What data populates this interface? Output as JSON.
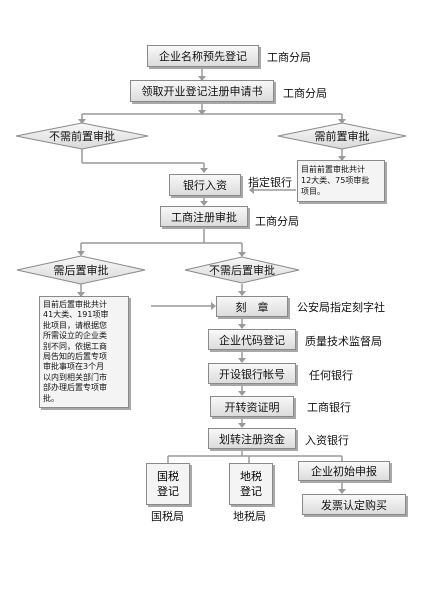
{
  "nodes": {
    "prename": "企业名称预先登记",
    "application": "领取开业登记注册申请书",
    "no_pre_approval": "不需前置审批",
    "pre_approval": "需前置审批",
    "pre_approval_note": "目前前置审批共计\n12大类、75项审批\n项目。",
    "bank_deposit": "银行入资",
    "business_registration": "工商注册审批",
    "post_approval": "需后置审批",
    "no_post_approval": "不需后置审批",
    "post_approval_note": "目前后置审批共计\n41大类、191项审\n批项目，请根据您\n所需设立的企业类\n别不同，依据工商\n局告知的后置专项\n审批事项在3个月\n以内到相关部门市\n部办理后置专项审\n批。",
    "seal": "刻　章",
    "org_code": "企业代码登记",
    "open_account": "开设银行帐号",
    "capital_transfer_proof": "开转资证明",
    "capital_transfer": "划转注册资金",
    "national_tax": "国税\n登记",
    "local_tax": "地税\n登记",
    "initial_declaration": "企业初始申报",
    "invoice_purchase": "发票认定购买"
  },
  "labels": {
    "icb_1": "工商分局",
    "icb_2": "工商分局",
    "designated_bank": "指定银行",
    "icb_3": "工商分局",
    "police": "公安局指定刻字社",
    "quality": "质量技术监督局",
    "any_bank": "任何银行",
    "icb_bank": "工商银行",
    "deposit_bank": "入资银行",
    "national_tax_bureau": "国税局",
    "local_tax_bureau": "地税局"
  },
  "colors": {
    "line": "#9a9a9a",
    "box_top": "#f8f8f8",
    "box_bottom": "#dcdcdc",
    "border": "#8a8a8a"
  }
}
